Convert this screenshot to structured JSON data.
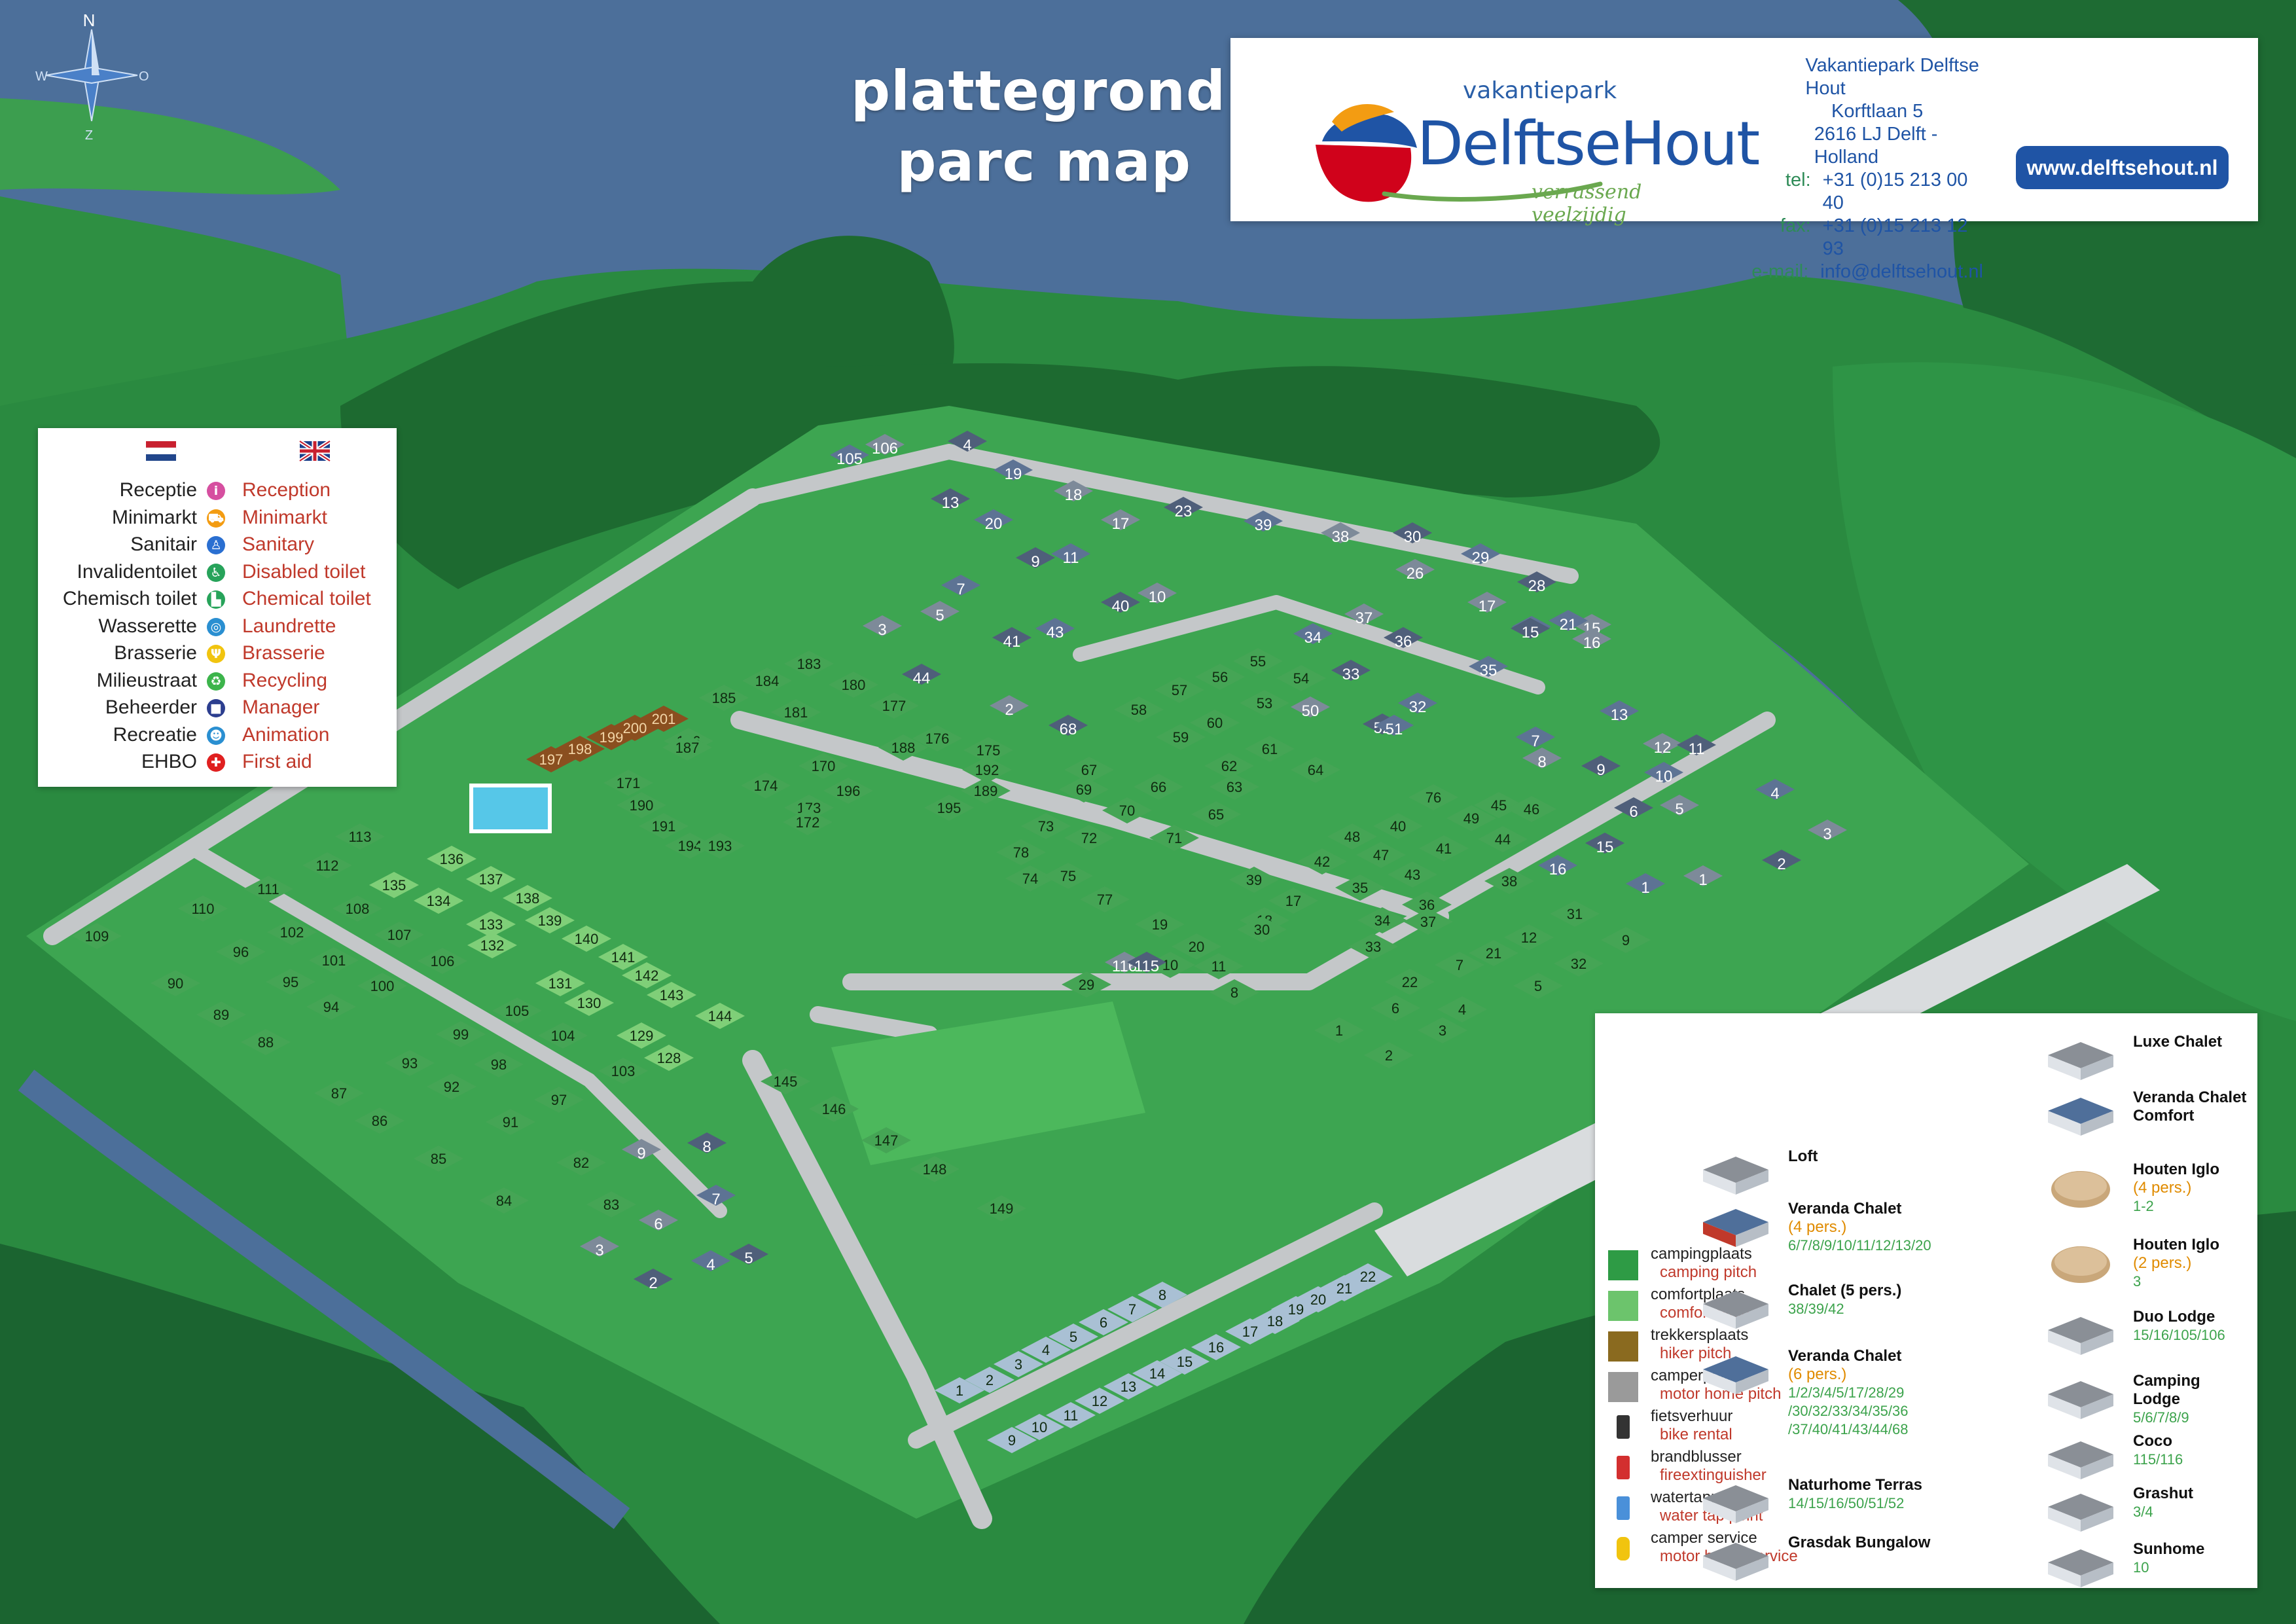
{
  "title": {
    "line1": "plattegrond",
    "line2": "parc map"
  },
  "compass": {
    "n": "N",
    "w": "W",
    "o": "O",
    "z": "Z"
  },
  "logo": {
    "prefix": "vakantiepark",
    "name": "DelftseHout",
    "slogan": "verrassend veelzijdig"
  },
  "contact": {
    "name": "Vakantiepark Delftse Hout",
    "street": "Korftlaan 5",
    "city": "2616 LJ  Delft - Holland",
    "tel_label": "tel:",
    "tel": "+31 (0)15 213 00 40",
    "fax_label": "fax:",
    "fax": "+31 (0)15 213 12 93",
    "email_label": "e-mail:",
    "email": "info@delftsehout.nl",
    "website": "www.delftsehout.nl"
  },
  "legend_facilities": [
    {
      "nl": "Receptie",
      "en": "Reception",
      "icon": "info-icon",
      "color": "#d64fa0",
      "glyph": "i"
    },
    {
      "nl": "Minimarkt",
      "en": "Minimarkt",
      "icon": "cart-icon",
      "color": "#f39c12",
      "glyph": "⛟"
    },
    {
      "nl": "Sanitair",
      "en": "Sanitary",
      "icon": "toilet-icon",
      "color": "#2a6fd1",
      "glyph": "♙"
    },
    {
      "nl": "Invalidentoilet",
      "en": "Disabled toilet",
      "icon": "wheelchair-icon",
      "color": "#27a35a",
      "glyph": "♿"
    },
    {
      "nl": "Chemisch toilet",
      "en": "Chemical toilet",
      "icon": "chemical-toilet-icon",
      "color": "#27a35a",
      "glyph": "▙"
    },
    {
      "nl": "Wasserette",
      "en": "Laundrette",
      "icon": "washing-machine-icon",
      "color": "#2a8fd1",
      "glyph": "◎"
    },
    {
      "nl": "Brasserie",
      "en": "Brasserie",
      "icon": "cutlery-icon",
      "color": "#f1c40f",
      "glyph": "Ψ"
    },
    {
      "nl": "Milieustraat",
      "en": "Recycling",
      "icon": "recycling-icon",
      "color": "#3cb44b",
      "glyph": "♻"
    },
    {
      "nl": "Beheerder",
      "en": "Manager",
      "icon": "manager-icon",
      "color": "#2c3e8f",
      "glyph": "■"
    },
    {
      "nl": "Recreatie",
      "en": "Animation",
      "icon": "animation-icon",
      "color": "#2a8fd1",
      "glyph": "☻"
    },
    {
      "nl": "EHBO",
      "en": "First aid",
      "icon": "first-aid-icon",
      "color": "#e02020",
      "glyph": "✚"
    }
  ],
  "legend_pitches": [
    {
      "nl": "campingplaats",
      "en": "camping pitch",
      "color": "#2e9b45",
      "icon": "camping-pitch-swatch"
    },
    {
      "nl": "comfortplaats",
      "en": "comfort pitch",
      "color": "#6cc46c",
      "icon": "comfort-pitch-swatch"
    },
    {
      "nl": "trekkersplaats",
      "en": "hiker pitch",
      "color": "#8a6a1f",
      "icon": "hiker-pitch-swatch"
    },
    {
      "nl": "camperplaats",
      "en": "motor home pitch",
      "color": "#9a9a9a",
      "icon": "motorhome-pitch-swatch"
    },
    {
      "nl": "fietsverhuur",
      "en": "bike rental",
      "color": "#333333",
      "icon": "bike-icon"
    },
    {
      "nl": "brandblusser",
      "en": "fireextinguisher",
      "color": "#d32f2f",
      "icon": "extinguisher-icon"
    },
    {
      "nl": "watertappunt",
      "en": "water tap point",
      "color": "#4a90d9",
      "icon": "water-tap-icon"
    },
    {
      "nl": "camper service",
      "en": "motor home service",
      "color": "#f1c40f",
      "icon": "camper-service-icon"
    }
  ],
  "legend_accommodations": [
    {
      "name": "Luxe Chalet",
      "persons": "",
      "numbers": "",
      "icon": "luxe-chalet-icon",
      "col": 2
    },
    {
      "name": "Veranda Chalet Comfort",
      "persons": "",
      "numbers": "",
      "icon": "veranda-chalet-comfort-icon",
      "col": 2
    },
    {
      "name": "Loft",
      "persons": "",
      "numbers": "",
      "icon": "loft-icon",
      "col": 1
    },
    {
      "name": "Houten Iglo",
      "persons": "(4 pers.)",
      "numbers": "1-2",
      "icon": "houten-iglo-icon",
      "col": 2
    },
    {
      "name": "Veranda Chalet",
      "persons": "(4 pers.)",
      "numbers": "6/7/8/9/10/11/12/13/20",
      "icon": "veranda-chalet-icon",
      "col": 1
    },
    {
      "name": "Houten Iglo",
      "persons": "(2 pers.)",
      "numbers": "3",
      "icon": "houten-iglo-small-icon",
      "col": 2
    },
    {
      "name": "Chalet (5 pers.)",
      "persons": "",
      "numbers": "38/39/42",
      "icon": "chalet-icon",
      "col": 1
    },
    {
      "name": "Duo Lodge",
      "persons": "",
      "numbers": "15/16/105/106",
      "icon": "duo-lodge-icon",
      "col": 2
    },
    {
      "name": "Veranda Chalet",
      "persons": "(6 pers.)",
      "numbers": "1/2/3/4/5/17/28/29 /30/32/33/34/35/36 /37/40/41/43/44/68",
      "icon": "veranda-chalet-6-icon",
      "col": 1
    },
    {
      "name": "Camping Lodge",
      "persons": "",
      "numbers": "5/6/7/8/9",
      "icon": "camping-lodge-icon",
      "col": 2
    },
    {
      "name": "Coco",
      "persons": "",
      "numbers": "115/116",
      "icon": "coco-icon",
      "col": 2
    },
    {
      "name": "Naturhome Terras",
      "persons": "",
      "numbers": "14/15/16/50/51/52",
      "icon": "naturhome-terras-icon",
      "col": 1
    },
    {
      "name": "Grashut",
      "persons": "",
      "numbers": "3/4",
      "icon": "grashut-icon",
      "col": 2
    },
    {
      "name": "Grasdak Bungalow",
      "persons": "",
      "numbers": "",
      "icon": "grasdak-bungalow-icon",
      "col": 1
    },
    {
      "name": "Sunhome",
      "persons": "",
      "numbers": "10",
      "icon": "sunhome-icon",
      "col": 2
    }
  ],
  "map_labels": [
    {
      "t": "105",
      "k": "house"
    },
    {
      "t": "106",
      "k": "house"
    },
    {
      "t": "4",
      "k": "house"
    },
    {
      "t": "19",
      "k": "house"
    },
    {
      "t": "18",
      "k": "house"
    },
    {
      "t": "13",
      "k": "house"
    },
    {
      "t": "20",
      "k": "house"
    },
    {
      "t": "17",
      "k": "house"
    },
    {
      "t": "23",
      "k": "house"
    },
    {
      "t": "39",
      "k": "house"
    },
    {
      "t": "38",
      "k": "house"
    },
    {
      "t": "30",
      "k": "house"
    },
    {
      "t": "29",
      "k": "house"
    },
    {
      "t": "26",
      "k": "house"
    },
    {
      "t": "28",
      "k": "house"
    },
    {
      "t": "16",
      "k": "house"
    },
    {
      "t": "15",
      "k": "house"
    },
    {
      "t": "9",
      "k": "house"
    },
    {
      "t": "11",
      "k": "house"
    },
    {
      "t": "10",
      "k": "house"
    },
    {
      "t": "40",
      "k": "house"
    },
    {
      "t": "7",
      "k": "house"
    },
    {
      "t": "5",
      "k": "house"
    },
    {
      "t": "41",
      "k": "house"
    },
    {
      "t": "43",
      "k": "house"
    },
    {
      "t": "3",
      "k": "house"
    },
    {
      "t": "44",
      "k": "house"
    },
    {
      "t": "34",
      "k": "house"
    },
    {
      "t": "37",
      "k": "house"
    },
    {
      "t": "36",
      "k": "house"
    },
    {
      "t": "35",
      "k": "house"
    },
    {
      "t": "17",
      "k": "house"
    },
    {
      "t": "15",
      "k": "house"
    },
    {
      "t": "21",
      "k": "house"
    },
    {
      "t": "16",
      "k": "house"
    },
    {
      "t": "33",
      "k": "house"
    },
    {
      "t": "32",
      "k": "house"
    },
    {
      "t": "50",
      "k": "house"
    },
    {
      "t": "52",
      "k": "house"
    },
    {
      "t": "51",
      "k": "house"
    },
    {
      "t": "2",
      "k": "house"
    },
    {
      "t": "68",
      "k": "house"
    },
    {
      "t": "13",
      "k": "house"
    },
    {
      "t": "12",
      "k": "house"
    },
    {
      "t": "11",
      "k": "house"
    },
    {
      "t": "7",
      "k": "house"
    },
    {
      "t": "8",
      "k": "house"
    },
    {
      "t": "9",
      "k": "house"
    },
    {
      "t": "10",
      "k": "house"
    },
    {
      "t": "5",
      "k": "house"
    },
    {
      "t": "6",
      "k": "house"
    },
    {
      "t": "4",
      "k": "house"
    },
    {
      "t": "3",
      "k": "house"
    },
    {
      "t": "15",
      "k": "house"
    },
    {
      "t": "16",
      "k": "house"
    },
    {
      "t": "1",
      "k": "house"
    },
    {
      "t": "2",
      "k": "house"
    },
    {
      "t": "1",
      "k": "house"
    },
    {
      "t": "184",
      "k": "pitch"
    },
    {
      "t": "183",
      "k": "pitch"
    },
    {
      "t": "180",
      "k": "pitch"
    },
    {
      "t": "185",
      "k": "pitch"
    },
    {
      "t": "181",
      "k": "pitch"
    },
    {
      "t": "177",
      "k": "pitch"
    },
    {
      "t": "186",
      "k": "pitch"
    },
    {
      "t": "176",
      "k": "pitch"
    },
    {
      "t": "187",
      "k": "pitch"
    },
    {
      "t": "175",
      "k": "pitch"
    },
    {
      "t": "170",
      "k": "pitch"
    },
    {
      "t": "188",
      "k": "pitch"
    },
    {
      "t": "192",
      "k": "pitch"
    },
    {
      "t": "171",
      "k": "pitch"
    },
    {
      "t": "174",
      "k": "pitch"
    },
    {
      "t": "196",
      "k": "pitch"
    },
    {
      "t": "189",
      "k": "pitch"
    },
    {
      "t": "190",
      "k": "pitch"
    },
    {
      "t": "173",
      "k": "pitch"
    },
    {
      "t": "195",
      "k": "pitch"
    },
    {
      "t": "191",
      "k": "pitch"
    },
    {
      "t": "172",
      "k": "pitch"
    },
    {
      "t": "194",
      "k": "pitch"
    },
    {
      "t": "193",
      "k": "pitch"
    },
    {
      "t": "197",
      "k": "hiker"
    },
    {
      "t": "198",
      "k": "hiker"
    },
    {
      "t": "199",
      "k": "hiker"
    },
    {
      "t": "200",
      "k": "hiker"
    },
    {
      "t": "201",
      "k": "hiker"
    },
    {
      "t": "57",
      "k": "pitch"
    },
    {
      "t": "56",
      "k": "pitch"
    },
    {
      "t": "55",
      "k": "pitch"
    },
    {
      "t": "54",
      "k": "pitch"
    },
    {
      "t": "58",
      "k": "pitch"
    },
    {
      "t": "53",
      "k": "pitch"
    },
    {
      "t": "59",
      "k": "pitch"
    },
    {
      "t": "60",
      "k": "pitch"
    },
    {
      "t": "61",
      "k": "pitch"
    },
    {
      "t": "62",
      "k": "pitch"
    },
    {
      "t": "64",
      "k": "pitch"
    },
    {
      "t": "67",
      "k": "pitch"
    },
    {
      "t": "66",
      "k": "pitch"
    },
    {
      "t": "63",
      "k": "pitch"
    },
    {
      "t": "69",
      "k": "pitch"
    },
    {
      "t": "70",
      "k": "pitch"
    },
    {
      "t": "65",
      "k": "pitch"
    },
    {
      "t": "73",
      "k": "pitch"
    },
    {
      "t": "72",
      "k": "pitch"
    },
    {
      "t": "71",
      "k": "pitch"
    },
    {
      "t": "78",
      "k": "pitch"
    },
    {
      "t": "74",
      "k": "pitch"
    },
    {
      "t": "75",
      "k": "pitch"
    },
    {
      "t": "77",
      "k": "pitch"
    },
    {
      "t": "76",
      "k": "pitch"
    },
    {
      "t": "45",
      "k": "pitch"
    },
    {
      "t": "49",
      "k": "pitch"
    },
    {
      "t": "46",
      "k": "pitch"
    },
    {
      "t": "48",
      "k": "pitch"
    },
    {
      "t": "40",
      "k": "pitch"
    },
    {
      "t": "44",
      "k": "pitch"
    },
    {
      "t": "47",
      "k": "pitch"
    },
    {
      "t": "41",
      "k": "pitch"
    },
    {
      "t": "43",
      "k": "pitch"
    },
    {
      "t": "42",
      "k": "pitch"
    },
    {
      "t": "39",
      "k": "pitch"
    },
    {
      "t": "35",
      "k": "pitch"
    },
    {
      "t": "38",
      "k": "pitch"
    },
    {
      "t": "17",
      "k": "pitch"
    },
    {
      "t": "36",
      "k": "pitch"
    },
    {
      "t": "18",
      "k": "pitch"
    },
    {
      "t": "34",
      "k": "pitch"
    },
    {
      "t": "37",
      "k": "pitch"
    },
    {
      "t": "19",
      "k": "pitch"
    },
    {
      "t": "30",
      "k": "pitch"
    },
    {
      "t": "33",
      "k": "pitch"
    },
    {
      "t": "20",
      "k": "pitch"
    },
    {
      "t": "31",
      "k": "pitch"
    },
    {
      "t": "12",
      "k": "pitch"
    },
    {
      "t": "9",
      "k": "pitch"
    },
    {
      "t": "11",
      "k": "pitch"
    },
    {
      "t": "32",
      "k": "pitch"
    },
    {
      "t": "21",
      "k": "pitch"
    },
    {
      "t": "8",
      "k": "pitch"
    },
    {
      "t": "10",
      "k": "pitch"
    },
    {
      "t": "7",
      "k": "pitch"
    },
    {
      "t": "22",
      "k": "pitch"
    },
    {
      "t": "5",
      "k": "pitch"
    },
    {
      "t": "4",
      "k": "pitch"
    },
    {
      "t": "6",
      "k": "pitch"
    },
    {
      "t": "3",
      "k": "pitch"
    },
    {
      "t": "1",
      "k": "pitch"
    },
    {
      "t": "2",
      "k": "pitch"
    },
    {
      "t": "29",
      "k": "pitch"
    },
    {
      "t": "116",
      "k": "house"
    },
    {
      "t": "115",
      "k": "house"
    },
    {
      "t": "113",
      "k": "pitch"
    },
    {
      "t": "112",
      "k": "pitch"
    },
    {
      "t": "136",
      "k": "comfort"
    },
    {
      "t": "137",
      "k": "comfort"
    },
    {
      "t": "111",
      "k": "pitch"
    },
    {
      "t": "135",
      "k": "comfort"
    },
    {
      "t": "138",
      "k": "comfort"
    },
    {
      "t": "110",
      "k": "pitch"
    },
    {
      "t": "108",
      "k": "pitch"
    },
    {
      "t": "134",
      "k": "comfort"
    },
    {
      "t": "139",
      "k": "comfort"
    },
    {
      "t": "109",
      "k": "pitch"
    },
    {
      "t": "102",
      "k": "pitch"
    },
    {
      "t": "107",
      "k": "pitch"
    },
    {
      "t": "133",
      "k": "comfort"
    },
    {
      "t": "140",
      "k": "comfort"
    },
    {
      "t": "96",
      "k": "pitch"
    },
    {
      "t": "101",
      "k": "pitch"
    },
    {
      "t": "106",
      "k": "pitch"
    },
    {
      "t": "132",
      "k": "comfort"
    },
    {
      "t": "141",
      "k": "comfort"
    },
    {
      "t": "90",
      "k": "pitch"
    },
    {
      "t": "95",
      "k": "pitch"
    },
    {
      "t": "100",
      "k": "pitch"
    },
    {
      "t": "131",
      "k": "comfort"
    },
    {
      "t": "142",
      "k": "comfort"
    },
    {
      "t": "89",
      "k": "pitch"
    },
    {
      "t": "94",
      "k": "pitch"
    },
    {
      "t": "105",
      "k": "pitch"
    },
    {
      "t": "130",
      "k": "comfort"
    },
    {
      "t": "143",
      "k": "comfort"
    },
    {
      "t": "88",
      "k": "pitch"
    },
    {
      "t": "99",
      "k": "pitch"
    },
    {
      "t": "104",
      "k": "pitch"
    },
    {
      "t": "129",
      "k": "comfort"
    },
    {
      "t": "144",
      "k": "comfort"
    },
    {
      "t": "93",
      "k": "pitch"
    },
    {
      "t": "98",
      "k": "pitch"
    },
    {
      "t": "103",
      "k": "pitch"
    },
    {
      "t": "128",
      "k": "comfort"
    },
    {
      "t": "87",
      "k": "pitch"
    },
    {
      "t": "92",
      "k": "pitch"
    },
    {
      "t": "97",
      "k": "pitch"
    },
    {
      "t": "86",
      "k": "pitch"
    },
    {
      "t": "91",
      "k": "pitch"
    },
    {
      "t": "85",
      "k": "pitch"
    },
    {
      "t": "84",
      "k": "pitch"
    },
    {
      "t": "82",
      "k": "pitch"
    },
    {
      "t": "83",
      "k": "pitch"
    },
    {
      "t": "9",
      "k": "house"
    },
    {
      "t": "8",
      "k": "house"
    },
    {
      "t": "7",
      "k": "house"
    },
    {
      "t": "6",
      "k": "house"
    },
    {
      "t": "5",
      "k": "house"
    },
    {
      "t": "4",
      "k": "house"
    },
    {
      "t": "3",
      "k": "house"
    },
    {
      "t": "2",
      "k": "house"
    },
    {
      "t": "145",
      "k": "pitch"
    },
    {
      "t": "146",
      "k": "pitch"
    },
    {
      "t": "147",
      "k": "pitch"
    },
    {
      "t": "148",
      "k": "pitch"
    },
    {
      "t": "149",
      "k": "pitch"
    },
    {
      "t": "22",
      "k": "motor"
    },
    {
      "t": "21",
      "k": "motor"
    },
    {
      "t": "20",
      "k": "motor"
    },
    {
      "t": "19",
      "k": "motor"
    },
    {
      "t": "18",
      "k": "motor"
    },
    {
      "t": "17",
      "k": "motor"
    },
    {
      "t": "16",
      "k": "motor"
    },
    {
      "t": "15",
      "k": "motor"
    },
    {
      "t": "14",
      "k": "motor"
    },
    {
      "t": "13",
      "k": "motor"
    },
    {
      "t": "12",
      "k": "motor"
    },
    {
      "t": "11",
      "k": "motor"
    },
    {
      "t": "10",
      "k": "motor"
    },
    {
      "t": "9",
      "k": "motor"
    },
    {
      "t": "8",
      "k": "motor"
    },
    {
      "t": "7",
      "k": "motor"
    },
    {
      "t": "6",
      "k": "motor"
    },
    {
      "t": "5",
      "k": "motor"
    },
    {
      "t": "4",
      "k": "motor"
    },
    {
      "t": "3",
      "k": "motor"
    },
    {
      "t": "2",
      "k": "motor"
    },
    {
      "t": "1",
      "k": "motor"
    }
  ],
  "colors": {
    "water": "#4c6f9a",
    "land": "#2f9e46",
    "forest": "#1f6e34",
    "path": "#c4c7c9",
    "pitch": "#3a9b4d",
    "comfort": "#7fcf78",
    "motor": "#9fb8cc"
  }
}
